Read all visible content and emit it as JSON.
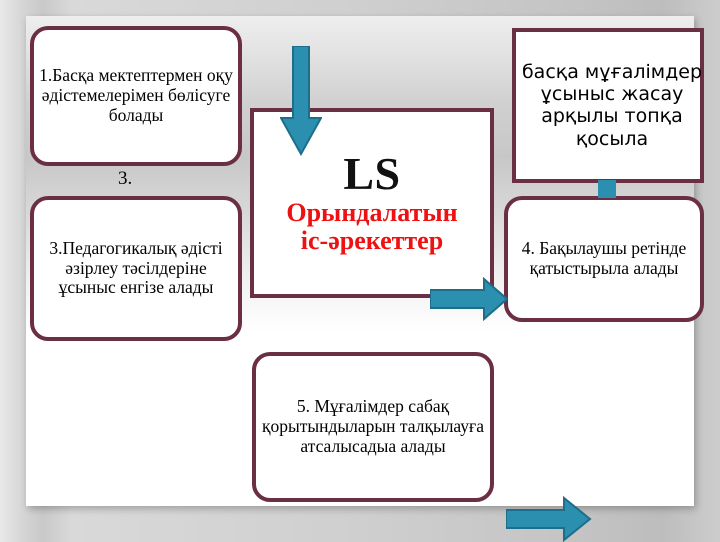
{
  "slide": {
    "accent_color": "#6b2f45",
    "arrow_color": "#2b8fb0",
    "highlight_color": "#ee1111"
  },
  "center": {
    "title": "LS",
    "subtitle_line1": "Орындалатын",
    "subtitle_line2": "іс-әрекеттер"
  },
  "boxes": {
    "box1": "1.Басқа мектептермен оқу әдістемелерімен бөлісуге болады",
    "box2": "басқа мұғалімдер ұсыныс жасау арқылы топқа қосыла",
    "box3": "3.Педагогикалық әдісті әзірлеу тәсілдеріне ұсыныс енгізе алады",
    "box4": "4. Бақылаушы ретінде қатыстырыла алады",
    "box5": "5. Мұғалімдер сабақ қорытындыларын талқылауға атсалысадыа алады"
  },
  "stray_label": "3.",
  "icons": {
    "arrow_down": "arrow-down-icon",
    "arrow_right": "arrow-right-icon"
  }
}
